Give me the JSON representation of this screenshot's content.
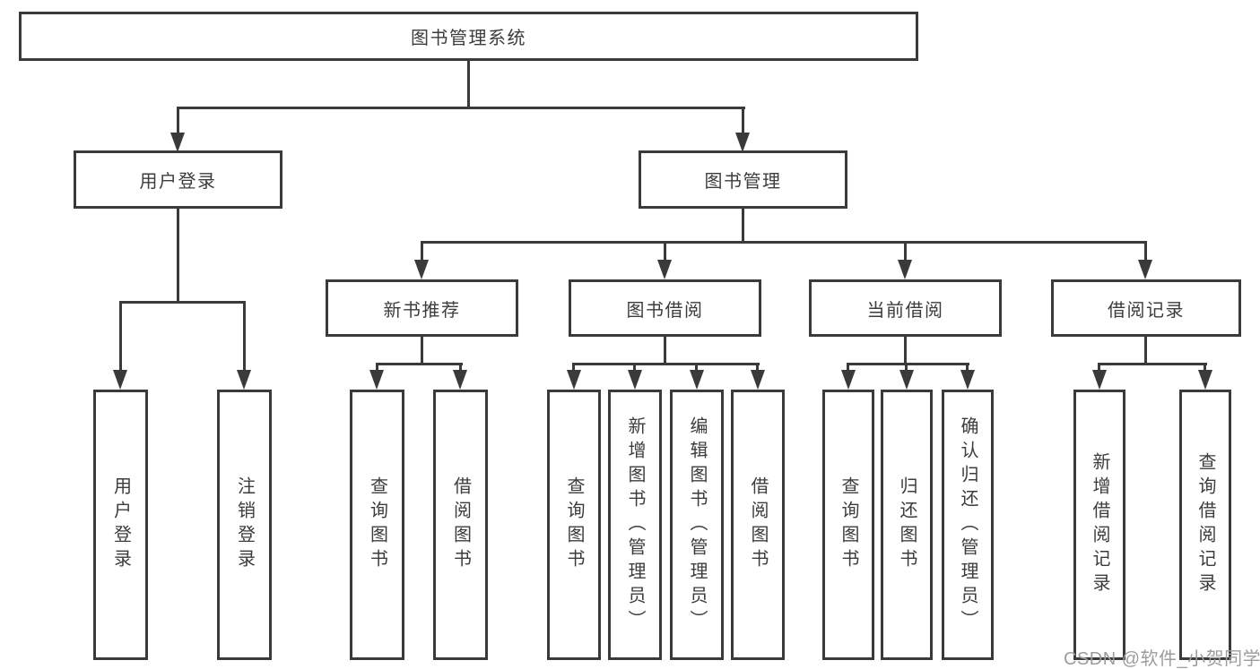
{
  "diagram_type": "hierarchy-org-chart",
  "colors": {
    "background": "#ffffff",
    "line": "#3a3a3a",
    "text": "#3c3c3c",
    "watermark": "#9d9d9d"
  },
  "tree": {
    "label": "图书管理系统",
    "children": [
      {
        "label": "用户登录",
        "children": [
          {
            "label": "用户登录"
          },
          {
            "label": "注销登录"
          }
        ]
      },
      {
        "label": "图书管理",
        "children": [
          {
            "label": "新书推荐",
            "children": [
              {
                "label": "查询图书"
              },
              {
                "label": "借阅图书"
              }
            ]
          },
          {
            "label": "图书借阅",
            "children": [
              {
                "label": "查询图书"
              },
              {
                "label": "新增图书（管理员）"
              },
              {
                "label": "编辑图书（管理员）"
              },
              {
                "label": "借阅图书"
              }
            ]
          },
          {
            "label": "当前借阅",
            "children": [
              {
                "label": "查询图书"
              },
              {
                "label": "归还图书"
              },
              {
                "label": "确认归还（管理员）"
              }
            ]
          },
          {
            "label": "借阅记录",
            "children": [
              {
                "label": "新增借阅记录"
              },
              {
                "label": "查询借阅记录"
              }
            ]
          }
        ]
      }
    ]
  },
  "watermark": "CSDN @软件_小贺同学"
}
